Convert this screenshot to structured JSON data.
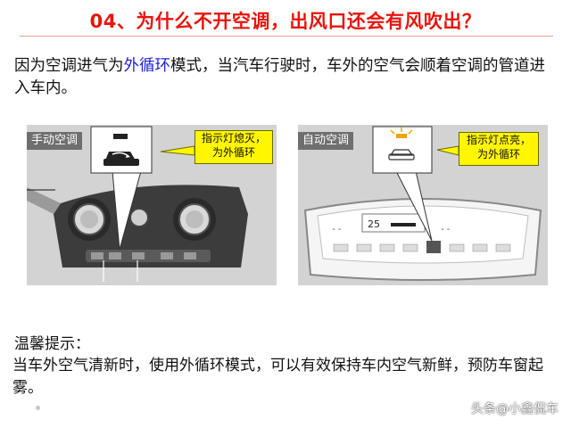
{
  "heading": {
    "title": "04、为什么不开空调，出风口还会有风吹出？"
  },
  "intro": {
    "text_before": "因为空调进气为",
    "highlight": "外循环",
    "text_after": "模式，当汽车行驶时，车外的空气会顺着空调的管道进入车内。",
    "highlight_color": "#1e22d8"
  },
  "panels": {
    "manual": {
      "label": "手动空调",
      "callout_line1": "指示灯熄灭，",
      "callout_line2": "为外循环"
    },
    "auto": {
      "label": "自动空调",
      "callout_line1": "指示灯点亮，",
      "callout_line2": "为外循环",
      "display_readout": "25"
    }
  },
  "tip": {
    "title": "温馨提示：",
    "body": "当车外空气清新时，使用外循环模式，可以有效保持车内空气新鲜，预防车窗起雾。"
  },
  "watermark": {
    "text": "头条@小鑫侃车"
  },
  "colors": {
    "title": "#e8140c",
    "callout_fill": "#fff600",
    "label_fill": "#6f6f6f"
  }
}
